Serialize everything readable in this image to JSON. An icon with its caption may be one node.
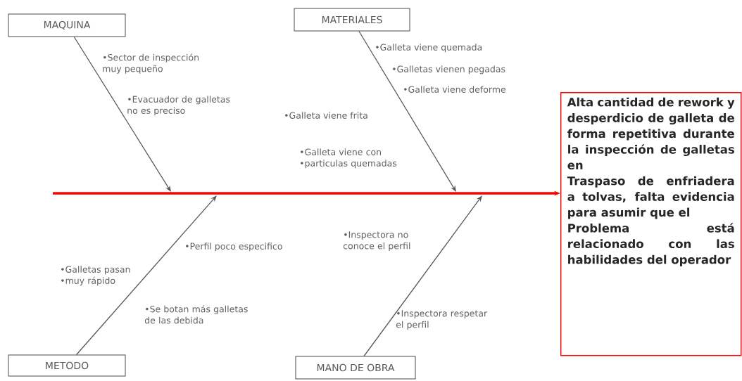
{
  "diagram": {
    "nodes": [
      {
        "text": [
          "MAQUINA"
        ]
      },
      {
        "text": [
          "MATERIALES"
        ]
      },
      {
        "text": [
          "METODO"
        ]
      },
      {
        "text": [
          "MANO DE OBRA"
        ]
      },
      {
        "text": [
          "Alta cantidad de rework y desperdicio de galleta de forma repetitiva durante la inspección de galletas en",
          "Traspaso de enfriadera a tolvas, falta evidencia para asumir que el",
          "Problema está relacionado con las habilidades del operador"
        ]
      }
    ],
    "edges": [
      {
        "from": 0,
        "to": null,
        "arrow": "to"
      },
      {
        "from": 1,
        "to": null,
        "arrow": "to"
      },
      {
        "from": 2,
        "to": null,
        "arrow": "to"
      },
      {
        "from": 3,
        "to": null,
        "arrow": "to"
      },
      {
        "from": null,
        "to": 4,
        "arrow": "to",
        "style": "thick",
        "color": "#ff0000"
      }
    ],
    "labels": [
      "•Sector de inspección muy pequeño",
      "•Galleta viene quemada",
      "•Galletas vienen pegadas",
      "•Galleta viene deforme",
      "•Evacuador de galletas no es preciso",
      "•Galleta viene frita",
      "•Galleta viene con •particulas quemadas",
      "•Inspectora no conoce el perfil",
      "•Perfil poco especifico",
      "•Galletas pasan •muy rápido",
      "•Se botan más galletas de las debida",
      "•Inspectora respetar el perfil"
    ]
  }
}
